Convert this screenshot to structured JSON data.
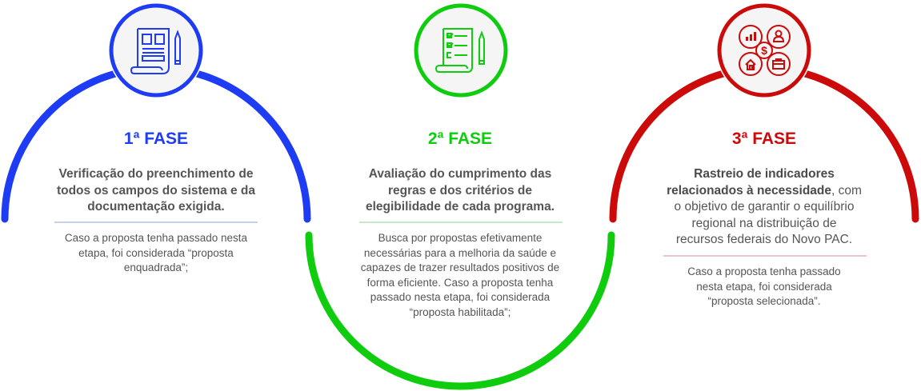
{
  "colors": {
    "phase1": "#1f3cf5",
    "phase2": "#0fcc0f",
    "phase3": "#cc0a0a",
    "icon_bg": "#f5f5f5",
    "text": "#555555"
  },
  "phases": [
    {
      "title": "1ª FASE",
      "icon": "document-pencil-icon",
      "lead_lines": [
        "Verificação do preenchimento de",
        "todos os campos do sistema e da",
        "documentação exigida."
      ],
      "note_lines": [
        "Caso a proposta tenha passado nesta",
        "etapa, foi considerada “proposta",
        "enquadrada”;"
      ]
    },
    {
      "title": "2ª FASE",
      "icon": "checklist-pencil-icon",
      "lead_lines": [
        "Avaliação do cumprimento das",
        "regras e dos critérios de",
        "elegibilidade de cada programa."
      ],
      "note_lines": [
        "Busca por propostas efetivamente",
        "necessárias para a melhoria da saúde e",
        "capazes de trazer resultados positivos de",
        "forma eficiente. Caso a proposta tenha",
        "passado nesta etapa, foi considerada",
        "“proposta habilitada”;"
      ]
    },
    {
      "title": "3ª FASE",
      "icon": "indicators-network-icon",
      "lead_bold_1": "Rastreio de indicadores",
      "lead_bold_2": "relacionados à necessidade",
      "lead_regular_2": ", com",
      "lead_lines_rest": [
        "o objetivo de garantir o equilíbrio",
        "regional na distribuição de",
        "recursos federais do Novo PAC."
      ],
      "note_lines": [
        "Caso a proposta tenha passado",
        "nesta etapa, foi considerada",
        "“proposta selecionada”."
      ]
    }
  ]
}
